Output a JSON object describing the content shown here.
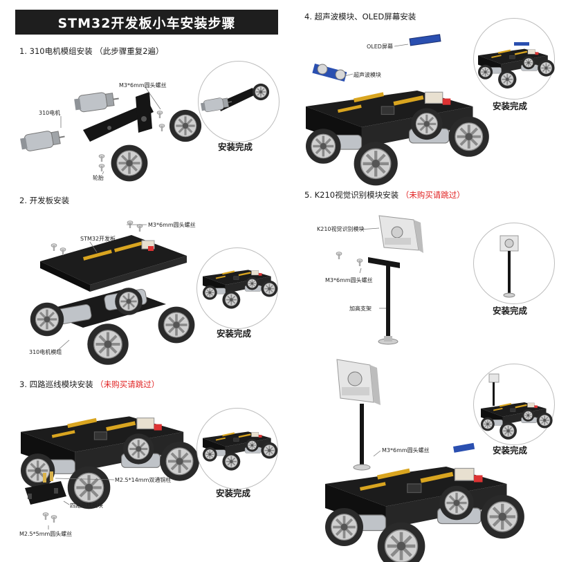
{
  "title": "STM32开发板小车安装步骤",
  "steps": [
    {
      "heading": "1. 310电机模组安装",
      "note": "（此步骤重复2遍）",
      "labels": {
        "motor": "310电机",
        "screw": "M3*6mm圆头螺丝",
        "wheel": "轮胎"
      },
      "done": "安装完成"
    },
    {
      "heading": "2. 开发板安装",
      "labels": {
        "screw": "M3*6mm圆头螺丝",
        "board": "STM32开发板",
        "module": "310电机模组"
      },
      "done": "安装完成"
    },
    {
      "heading": "3. 四路巡线模块安装",
      "note": "（未购买请跳过）",
      "labels": {
        "copper": "M2.5*14mm双通铜柱",
        "tracker": "四路巡线模块",
        "screw": "M2.5*5mm圆头螺丝"
      },
      "done": "安装完成"
    },
    {
      "heading": "4. 超声波模块、OLED屏幕安装",
      "labels": {
        "oled": "OLED屏幕",
        "ultrasonic": "超声波模块"
      },
      "done": "安装完成"
    },
    {
      "heading": "5. K210视觉识别模块安装",
      "note": "（未购买请跳过）",
      "labels": {
        "k210": "K210视觉识别模块",
        "screw": "M3*6mm圆头螺丝",
        "bracket": "加高支架",
        "screw2": "M3*6mm圆头螺丝"
      },
      "done": "安装完成",
      "done2": "安装完成"
    }
  ],
  "colors": {
    "banner": "#1e1e1e",
    "note_red": "#e02020",
    "pcb": "#1c1c1c",
    "header_pins": "#d9a520",
    "wheel_tire": "#2a2a2a",
    "wheel_rim": "#c8c8c8",
    "motor_body": "#bfc3c8"
  }
}
